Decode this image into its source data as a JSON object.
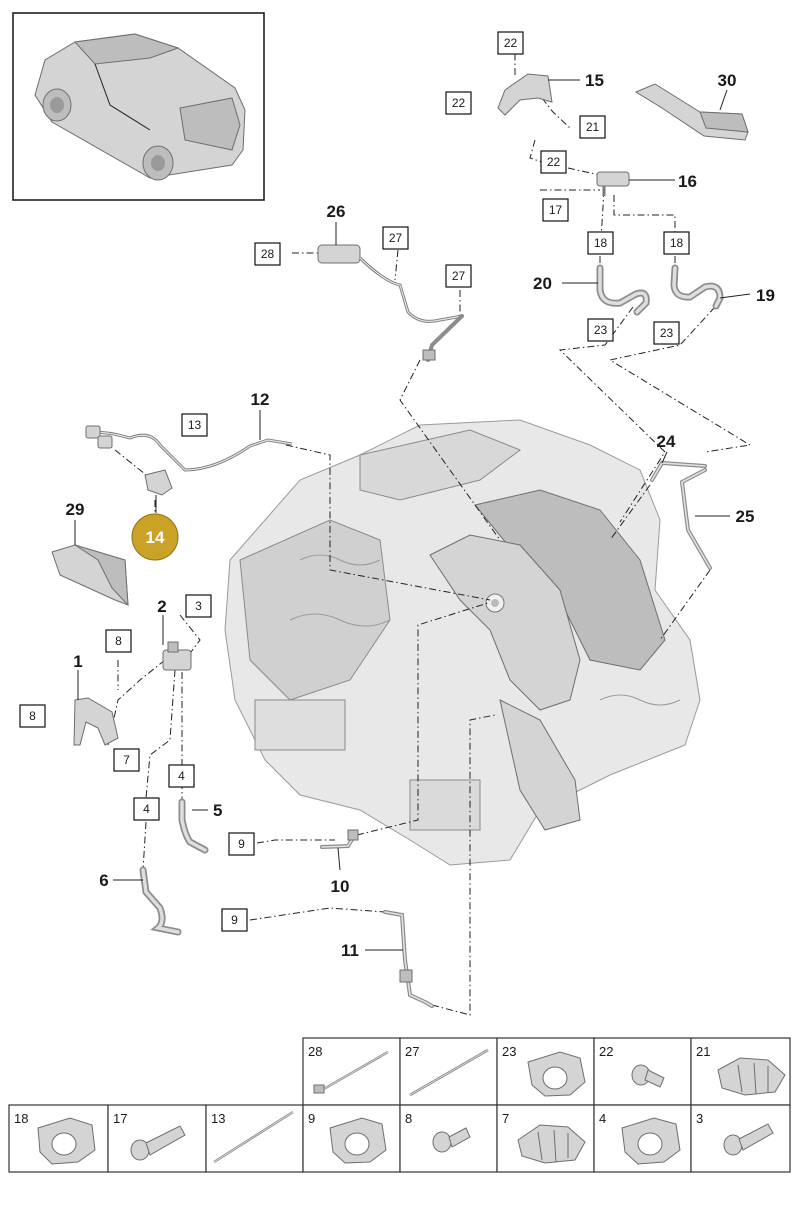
{
  "callouts": {
    "c1": "1",
    "c2": "2",
    "c5": "5",
    "c6": "6",
    "c10": "10",
    "c11": "11",
    "c12": "12",
    "c14": "14",
    "c15": "15",
    "c16": "16",
    "c19": "19",
    "c20": "20",
    "c24": "24",
    "c25": "25",
    "c26": "26",
    "c29": "29",
    "c30": "30"
  },
  "boxed": {
    "b22a": "22",
    "b22b": "22",
    "b21": "21",
    "b22c": "22",
    "b17": "17",
    "b18a": "18",
    "b18b": "18",
    "b23a": "23",
    "b23b": "23",
    "b28": "28",
    "b27a": "27",
    "b27b": "27",
    "b13": "13",
    "b3": "3",
    "b8a": "8",
    "b8b": "8",
    "b7": "7",
    "b4a": "4",
    "b4b": "4",
    "b9a": "9",
    "b9b": "9"
  },
  "parts_table": {
    "row1": [
      "28",
      "27",
      "23",
      "22",
      "21"
    ],
    "row2": [
      "18",
      "17",
      "13",
      "9",
      "8",
      "7",
      "4",
      "3"
    ]
  },
  "colors": {
    "highlight": "#c9a227",
    "line": "#222222",
    "part": "#d4d4d4"
  }
}
